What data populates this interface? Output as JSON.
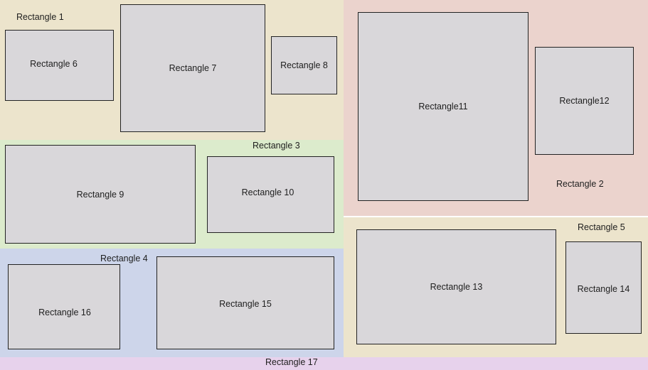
{
  "colors": {
    "region_tan": "#ece4cc",
    "region_pink": "#ebd3cd",
    "region_green": "#dcebcc",
    "region_blue": "#cdd5ea",
    "region_purple": "#e7d2ec",
    "box_fill": "#d9d7da",
    "box_border": "#222222"
  },
  "labels": {
    "r1": "Rectangle 1",
    "r2": "Rectangle 2",
    "r3": "Rectangle 3",
    "r4": "Rectangle 4",
    "r5": "Rectangle 5",
    "r6": "Rectangle 6",
    "r7": "Rectangle 7",
    "r8": "Rectangle 8",
    "r9": "Rectangle 9",
    "r10": "Rectangle 10",
    "r11": "Rectangle11",
    "r12": "Rectangle12",
    "r13": "Rectangle 13",
    "r14": "Rectangle 14",
    "r15": "Rectangle 15",
    "r16": "Rectangle 16",
    "r17": "Rectangle 17"
  }
}
